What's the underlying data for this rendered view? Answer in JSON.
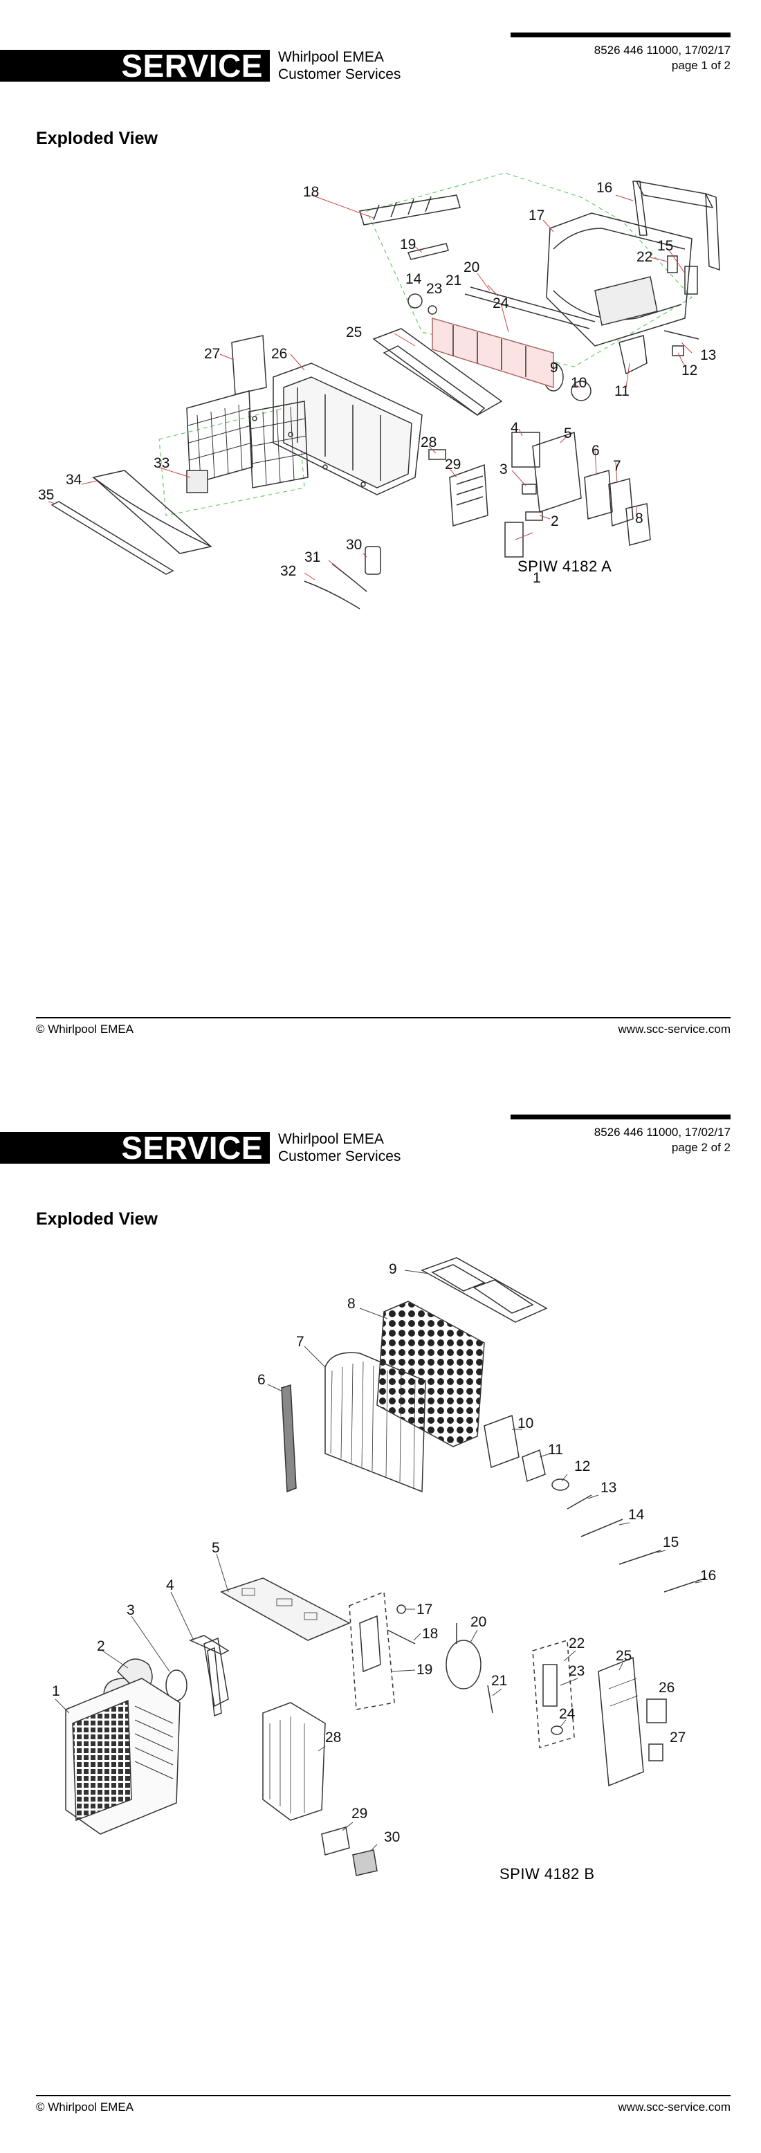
{
  "pages": [
    {
      "brand": "SERVICE",
      "company_line1": "Whirlpool EMEA",
      "company_line2": "Customer Services",
      "ref_line1": "8526 446 11000, 17/02/17",
      "ref_line2": "page 1 of 2",
      "section_title": "Exploded View",
      "caption": "SPIW 4182 A",
      "part_labels": [
        "1",
        "2",
        "3",
        "4",
        "5",
        "6",
        "7",
        "8",
        "9",
        "10",
        "11",
        "12",
        "13",
        "14",
        "15",
        "16",
        "17",
        "18",
        "19",
        "20",
        "21",
        "22",
        "23",
        "24",
        "25",
        "26",
        "27",
        "28",
        "29",
        "30",
        "31",
        "32",
        "33",
        "34",
        "35"
      ],
      "footer_left": "© Whirlpool EMEA",
      "footer_right": "www.scc-service.com"
    },
    {
      "brand": "SERVICE",
      "company_line1": "Whirlpool EMEA",
      "company_line2": "Customer Services",
      "ref_line1": "8526 446 11000, 17/02/17",
      "ref_line2": "page 2 of 2",
      "section_title": "Exploded View",
      "caption": "SPIW 4182 B",
      "part_labels": [
        "1",
        "2",
        "3",
        "4",
        "5",
        "6",
        "7",
        "8",
        "9",
        "10",
        "11",
        "12",
        "13",
        "14",
        "15",
        "16",
        "17",
        "18",
        "19",
        "20",
        "21",
        "22",
        "23",
        "24",
        "25",
        "26",
        "27",
        "28",
        "29",
        "30"
      ],
      "footer_left": "© Whirlpool EMEA",
      "footer_right": "www.scc-service.com"
    }
  ]
}
